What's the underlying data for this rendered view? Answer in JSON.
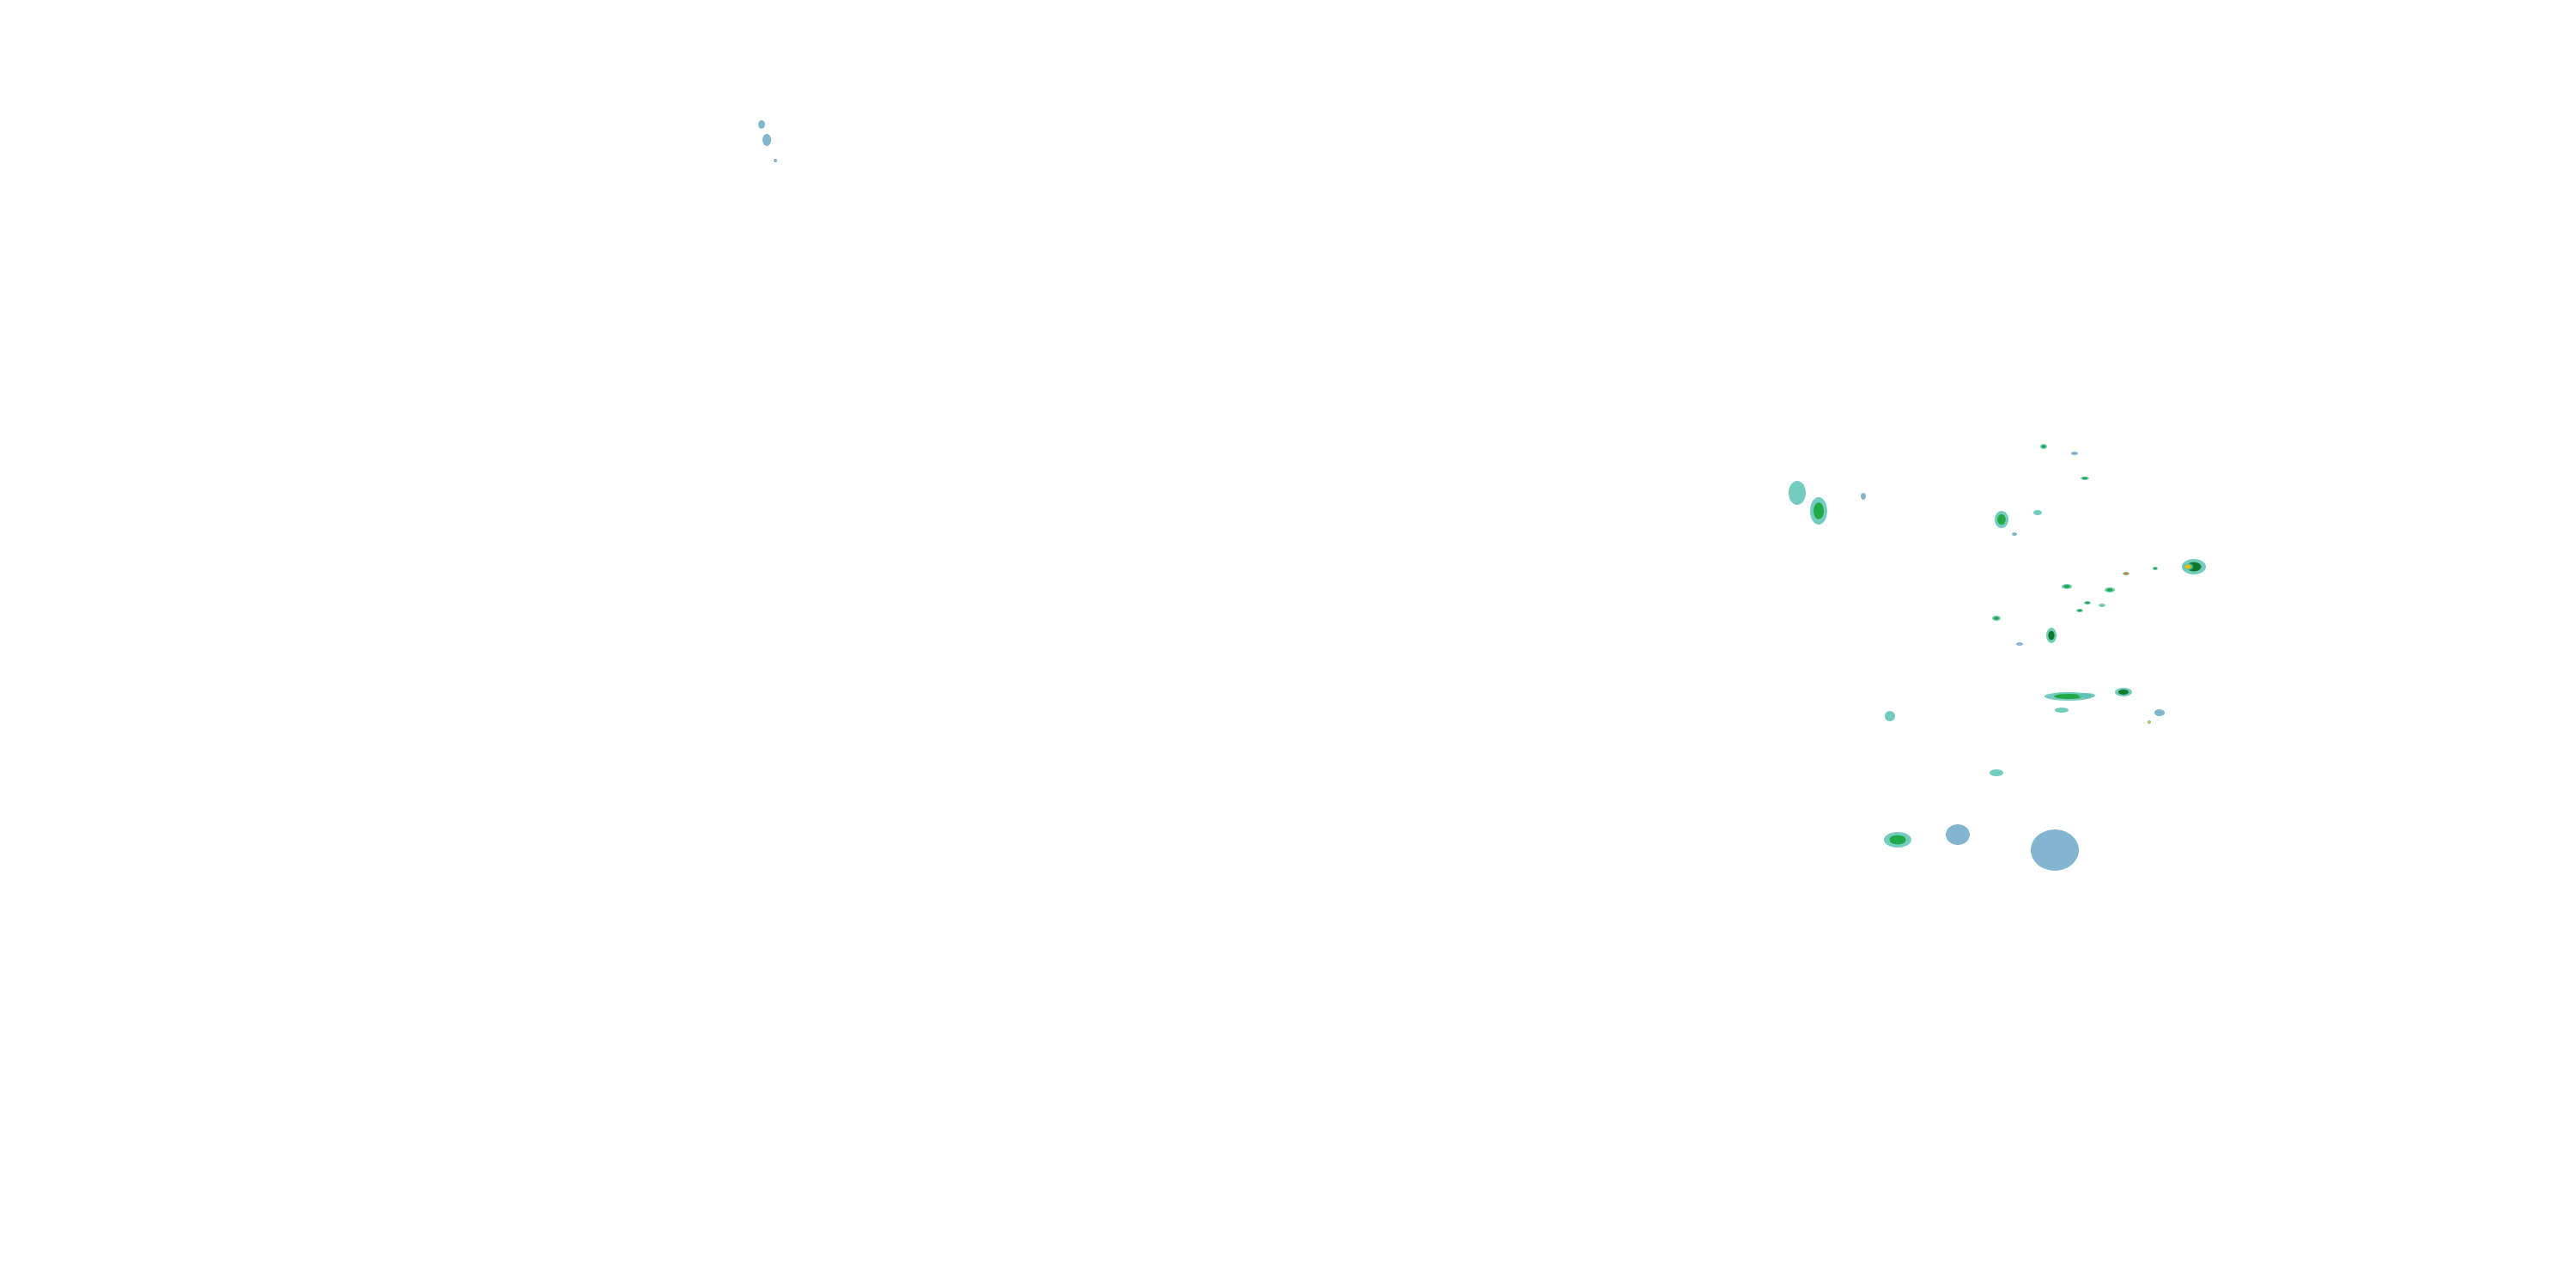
{
  "map": {
    "kind": "weather-radar-precipitation-overlay",
    "background": "#ffffff",
    "palette": {
      "very_light": "#6fa8c8",
      "light": "#5cc3b4",
      "moderate": "#22a845",
      "heavy": "#0f7a2a",
      "very_heavy": "#e6c200",
      "intense": "#e07020"
    },
    "cell_intensities": [
      "very_light",
      "very_light",
      "very_light",
      "light",
      "moderate",
      "very_light",
      "moderate",
      "very_light",
      "light",
      "moderate",
      "very_light",
      "moderate",
      "heavy",
      "very_heavy",
      "moderate",
      "moderate",
      "moderate",
      "light",
      "moderate",
      "moderate",
      "intense",
      "moderate",
      "heavy",
      "very_light",
      "moderate",
      "light",
      "heavy",
      "light",
      "very_light",
      "very_heavy",
      "light",
      "very_light",
      "very_light",
      "moderate",
      "light"
    ]
  }
}
